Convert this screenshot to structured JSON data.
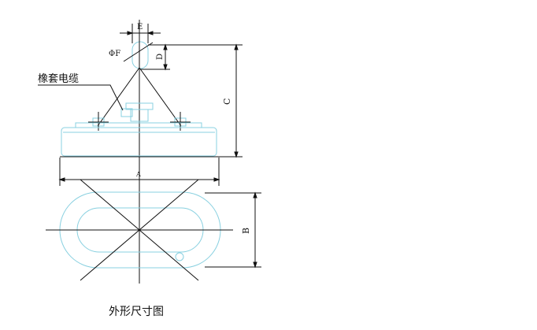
{
  "labels": {
    "rubber_cable": "橡套电缆",
    "dim_a": "A",
    "dim_b": "B",
    "dim_c": "C",
    "dim_d": "D",
    "dim_e": "E",
    "dim_f": "ΦF",
    "caption": "外形尺寸图"
  },
  "colors": {
    "line": "#111111",
    "outline": "#88d0e0",
    "background": "#ffffff"
  }
}
